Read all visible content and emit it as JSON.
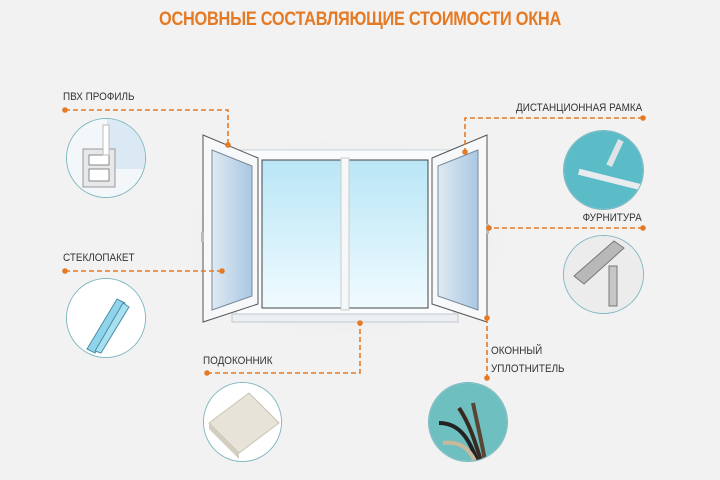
{
  "title": "ОСНОВНЫЕ СОСТАВЛЯЮЩИЕ СТОИМОСТИ ОКНА",
  "components": {
    "pvc_profile": "ПВХ  ПРОФИЛЬ",
    "spacer_frame": "ДИСТАНЦИОННАЯ  РАМКА",
    "hardware": "ФУРНИТУРА",
    "glass_unit": "СТЕКЛОПАКЕТ",
    "window_sill": "ПОДОКОННИК",
    "seal_line1": "ОКОННЫЙ",
    "seal_line2": "УПЛОТНИТЕЛЬ"
  },
  "colors": {
    "accent": "#e57a25",
    "text": "#333333",
    "background": "#f2f2f2"
  }
}
